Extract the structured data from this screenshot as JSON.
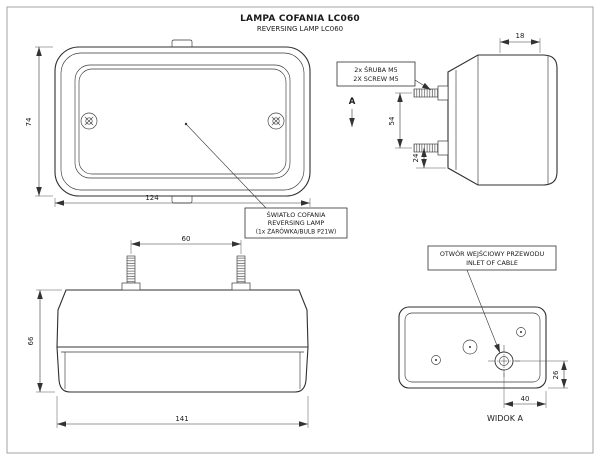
{
  "title": {
    "main": "LAMPA COFANIA LC060",
    "sub": "REVERSING LAMP LC060"
  },
  "notes": {
    "screw": {
      "line1": "2x ŚRUBA M5",
      "line2": "2X SCREW M5"
    },
    "lamp": {
      "line1": "ŚWIATŁO COFANIA",
      "line2": "REVERSING LAMP",
      "line3": "(1x ŻARÓWKA/BULB P21W)"
    },
    "inlet": {
      "line1": "OTWÓR WEJŚCIOWY PRZEWODU",
      "line2": "INLET OF CABLE"
    }
  },
  "views": {
    "back_view_label": "WIDOK A",
    "section_letter": "A"
  },
  "dimensions": {
    "front_height": "74",
    "front_width": "124",
    "side_depth": "18",
    "side_bolt_spacing": "54",
    "side_bolt_bottom": "24",
    "top_bolt_spacing": "60",
    "top_height": "66",
    "top_width": "141",
    "back_inlet_offset": "40",
    "back_inlet_height": "26"
  },
  "colors": {
    "line": "#2f2f2f",
    "dim": "#444444",
    "background": "#ffffff",
    "frame": "#9a9a9a"
  }
}
